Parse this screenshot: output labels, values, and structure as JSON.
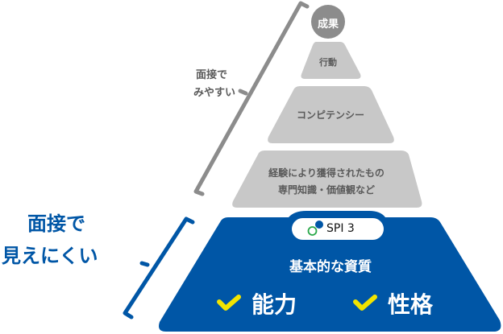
{
  "colors": {
    "gray_layer": "#c8c8c8",
    "gray_top": "#8c8c8c",
    "gray_text": "#5a5a5a",
    "blue": "#0056a6",
    "yellow": "#f2e400"
  },
  "pyramid": {
    "top": "成果",
    "layer1": "行動",
    "layer2": "コンピテンシー",
    "layer3_line1": "経験により獲得されたもの",
    "layer3_line2": "専門知識・価値観など",
    "base_badge": "SPI 3",
    "base_title": "基本的な資質",
    "base_items": [
      "能力",
      "性格"
    ]
  },
  "labels": {
    "visible_line1": "面接で",
    "visible_line2": "みやすい",
    "hidden_line1": "面接で",
    "hidden_line2": "見えにくい"
  }
}
